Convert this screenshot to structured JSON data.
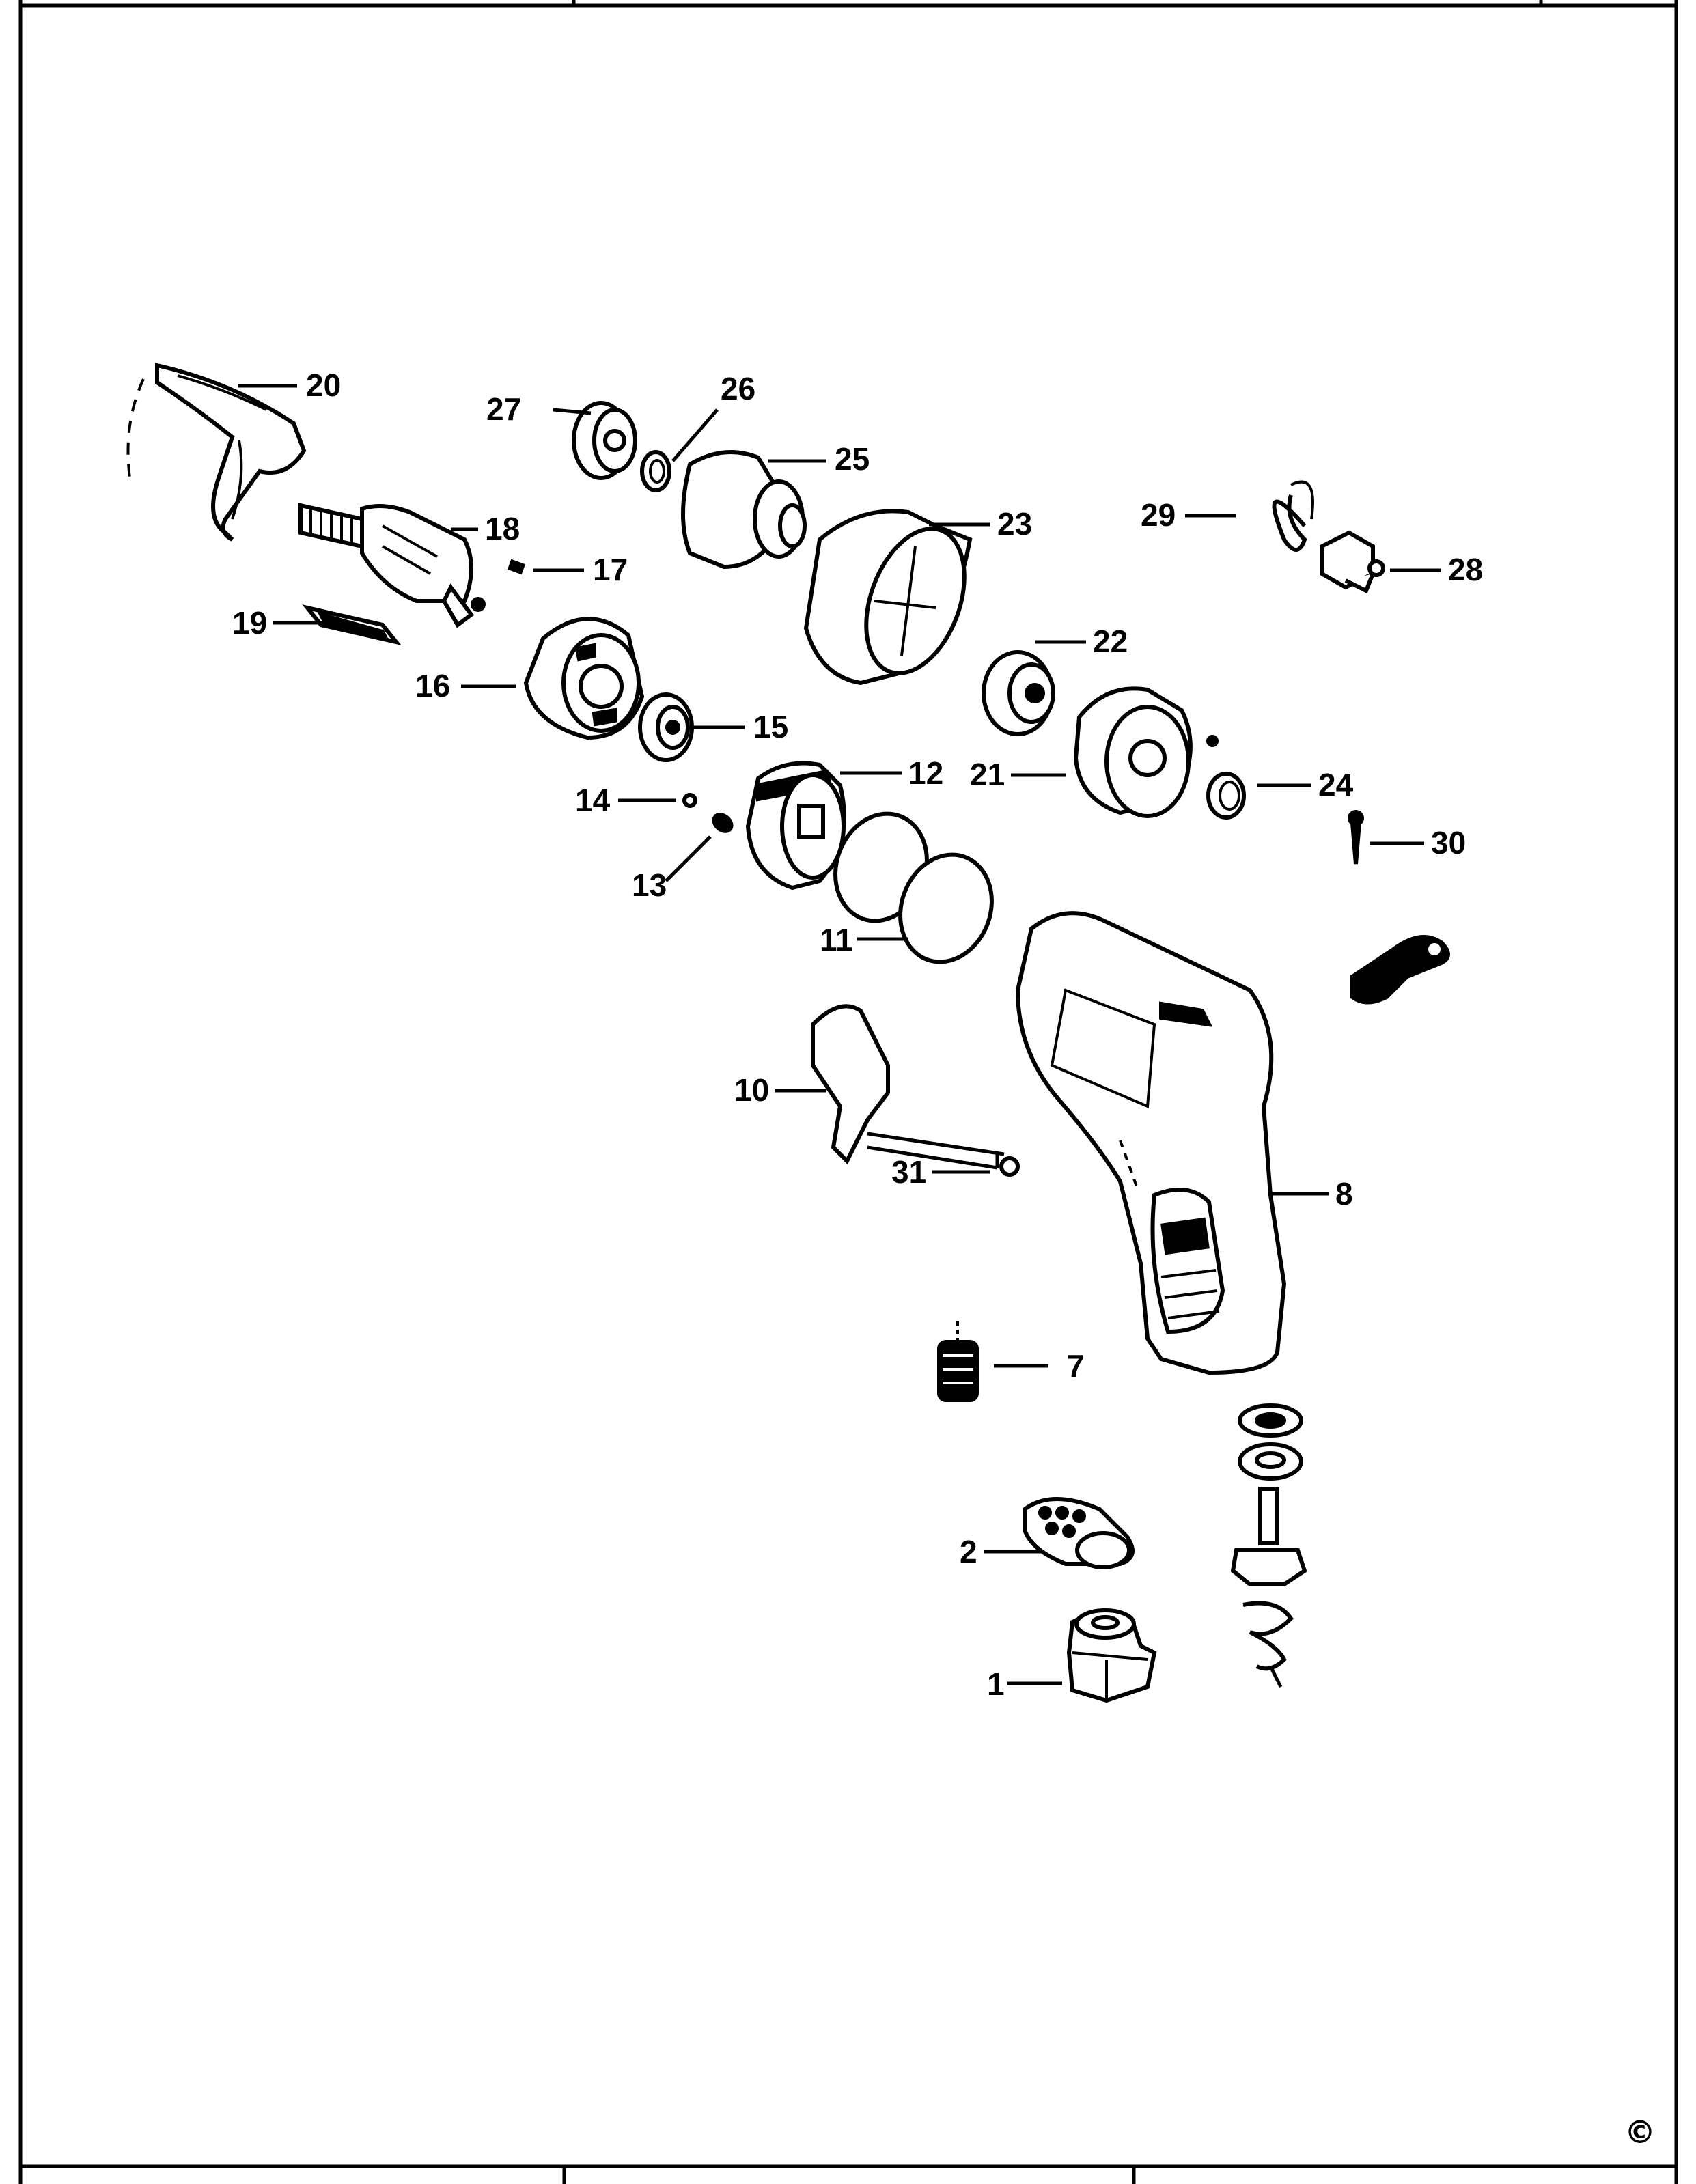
{
  "diagram": {
    "copyright_symbol": "©",
    "labels": [
      "1",
      "2",
      "7",
      "8",
      "10",
      "11",
      "12",
      "13",
      "14",
      "15",
      "16",
      "17",
      "18",
      "19",
      "20",
      "21",
      "22",
      "23",
      "24",
      "25",
      "26",
      "27",
      "28",
      "29",
      "30",
      "31"
    ]
  }
}
